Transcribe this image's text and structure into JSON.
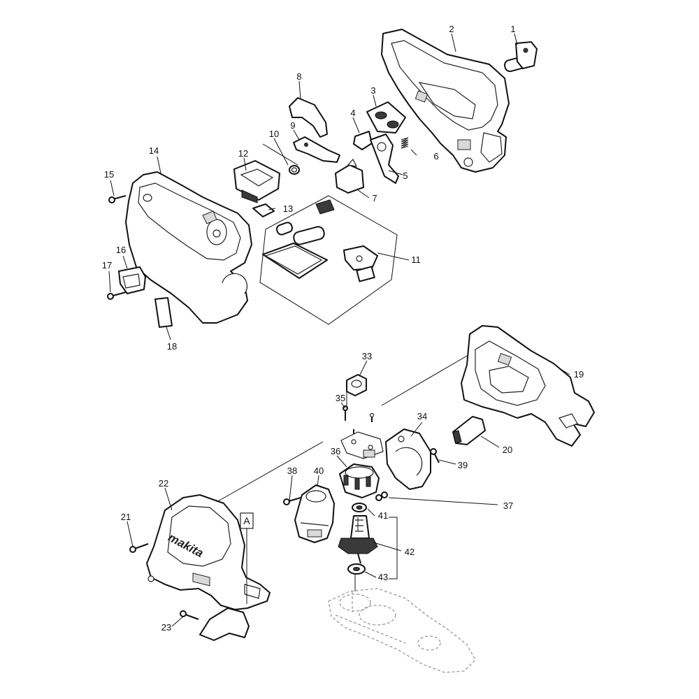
{
  "diagram": {
    "brand_text": "makita",
    "view_marker": "A",
    "callouts": [
      "1",
      "2",
      "3",
      "4",
      "5",
      "6",
      "7",
      "8",
      "9",
      "10",
      "11",
      "12",
      "13",
      "14",
      "15",
      "16",
      "17",
      "18",
      "19",
      "20",
      "21",
      "22",
      "23",
      "33",
      "34",
      "35",
      "36",
      "37",
      "38",
      "39",
      "40",
      "41",
      "42",
      "43"
    ]
  }
}
